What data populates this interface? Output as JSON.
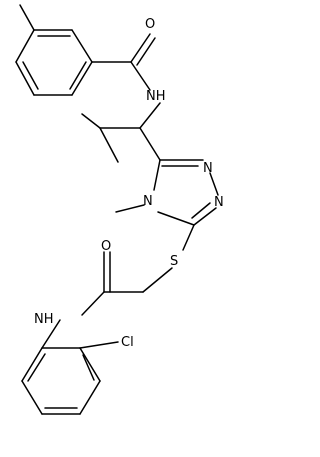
{
  "atoms": {
    "O_amide1": "O",
    "NH_amide1": "NH",
    "N4": "N",
    "N1": "N",
    "N2": "N",
    "S": "S",
    "O_amide2": "O",
    "NH_amide2": "NH",
    "Cl": "Cl"
  },
  "colors": {
    "bond": "#000000",
    "text": "#000000",
    "background": "#ffffff"
  }
}
